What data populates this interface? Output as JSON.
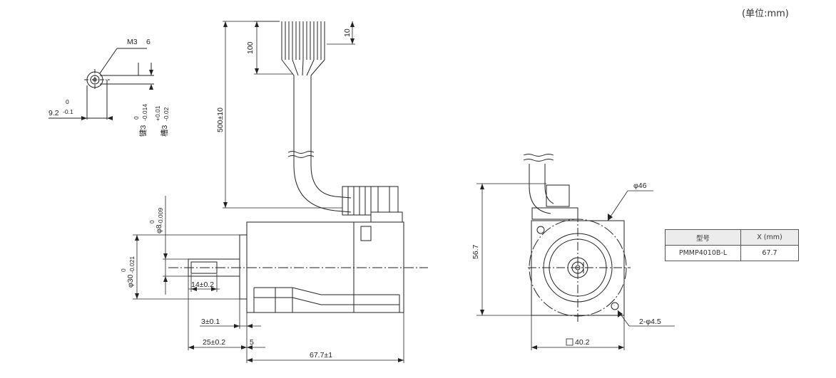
{
  "unit_note": "(单位:mm)",
  "dims": {
    "thread": "M3",
    "thread_depth": "6",
    "key_height": "9.2",
    "key_height_tol_up": "0",
    "key_height_tol_low": "-0.1",
    "key_width": "键3",
    "key_width_tol_up": "0",
    "key_width_tol_low": "-0.014",
    "slot_width": "槽3",
    "slot_tol_up": "+0.01",
    "slot_tol_low": "-0.02",
    "lead_len": "100",
    "lead_strip": "10",
    "cable_len": "500±10",
    "shaft_dia": "φ8",
    "shaft_tol_up": "0",
    "shaft_tol_low": "-0.009",
    "pilot_dia": "φ30",
    "pilot_tol_up": "0",
    "pilot_tol_low": "-0.021",
    "key_len": "14±0.2",
    "pilot_len": "3±0.1",
    "shaft_len": "25±0.2",
    "flange_thk": "5",
    "body_len": "67.7±1",
    "height": "56.7",
    "bolt_circle": "φ46",
    "holes": "2-φ4.5",
    "flange_sq": "40.2"
  },
  "table": {
    "headers": [
      "型号",
      "X (mm)"
    ],
    "rows": [
      [
        "PMMP4010B-L",
        "67.7"
      ]
    ]
  }
}
